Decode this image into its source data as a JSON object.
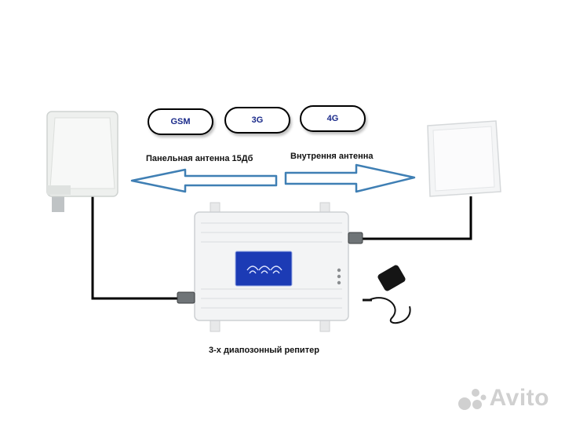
{
  "bands": [
    "GSM",
    "3G",
    "4G"
  ],
  "labels": {
    "outdoor_antenna": "Панельная антенна 15Дб",
    "indoor_antenna": "Внутрення антенна",
    "repeater": "3-х диапозонный репитер"
  },
  "watermark": "Avito",
  "colors": {
    "arrow_stroke": "#3f7fb4",
    "band_text": "#1a2a8a",
    "screen_blue": "#1c3bb5",
    "cable": "#000000"
  }
}
